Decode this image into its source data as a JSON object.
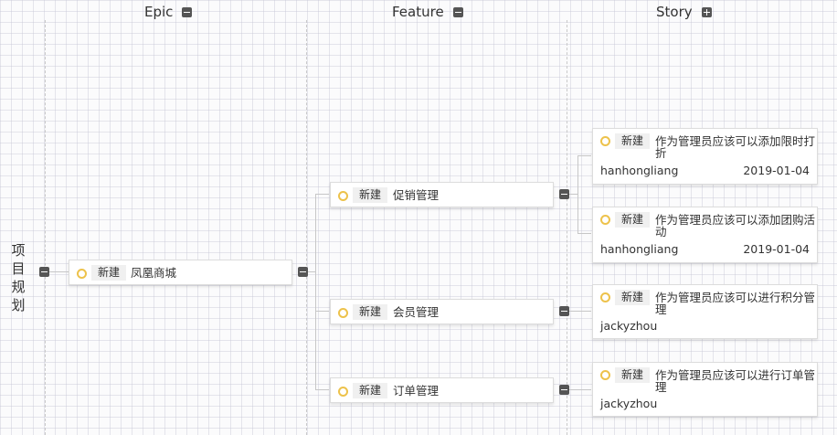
{
  "columns": {
    "epic": "Epic",
    "feature": "Feature",
    "story": "Story"
  },
  "swimlane_title": "项目规划",
  "epic": {
    "status": "新建",
    "title": "凤凰商城"
  },
  "features": [
    {
      "status": "新建",
      "title": "促销管理"
    },
    {
      "status": "新建",
      "title": "会员管理"
    },
    {
      "status": "新建",
      "title": "订单管理"
    }
  ],
  "stories": [
    {
      "status": "新建",
      "title_line1": "作为管理员应该可以添加限时打",
      "title_line2": "折",
      "owner": "hanhongliang",
      "date": "2019-01-04"
    },
    {
      "status": "新建",
      "title_line1": "作为管理员应该可以添加团购活",
      "title_line2": "动",
      "owner": "hanhongliang",
      "date": "2019-01-04"
    },
    {
      "status": "新建",
      "title_line1": "作为管理员应该可以进行积分管",
      "title_line2": "理",
      "owner": "jackyzhou",
      "date": ""
    },
    {
      "status": "新建",
      "title_line1": "作为管理员应该可以进行订单管",
      "title_line2": "理",
      "owner": "jackyzhou",
      "date": ""
    }
  ],
  "colors": {
    "status_dot": "#edc24b",
    "toggle": "#555555",
    "connector": "#c7c7c7"
  }
}
